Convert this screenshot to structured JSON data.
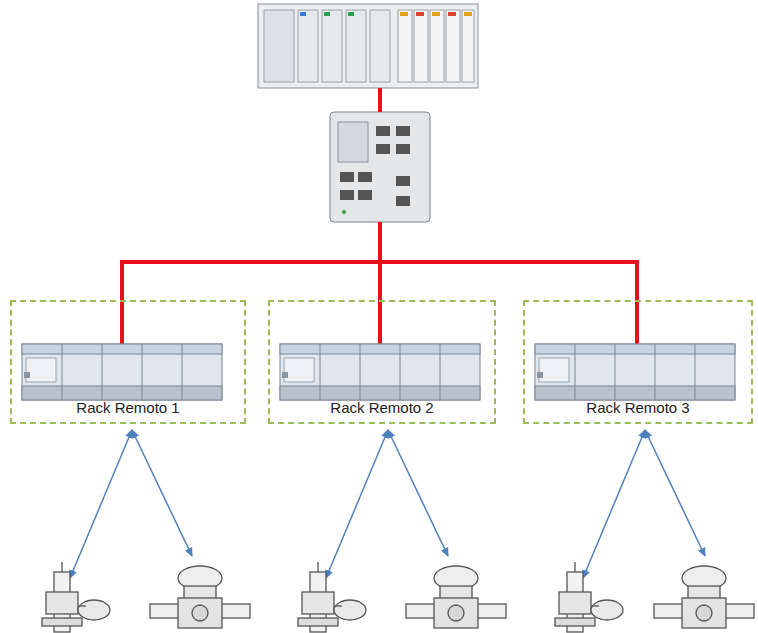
{
  "diagram": {
    "nodes": [
      {
        "text": [
          "Rack Remoto 1"
        ]
      },
      {
        "text": [
          "Rack Remoto 2"
        ]
      },
      {
        "text": [
          "Rack Remoto 3"
        ]
      }
    ]
  }
}
